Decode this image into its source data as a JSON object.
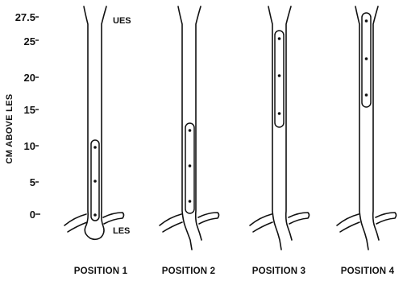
{
  "axis": {
    "label": "CM ABOVE LES",
    "ticks": [
      "27.5",
      "25",
      "20",
      "15",
      "10",
      "5",
      "0"
    ]
  },
  "markers": {
    "upper": "UES",
    "lower": "LES"
  },
  "positions": [
    {
      "label": "POSITION 1",
      "sensor_heights_cm": [
        10,
        5,
        0
      ]
    },
    {
      "label": "POSITION 2",
      "sensor_heights_cm": [
        12.5,
        7.5,
        2.5
      ]
    },
    {
      "label": "POSITION 3",
      "sensor_heights_cm": [
        25,
        20,
        15
      ]
    },
    {
      "label": "POSITION 4",
      "sensor_heights_cm": [
        27.5,
        22.5,
        17.5
      ]
    }
  ],
  "colors": {
    "ink": "#111111",
    "background": "#ffffff"
  }
}
